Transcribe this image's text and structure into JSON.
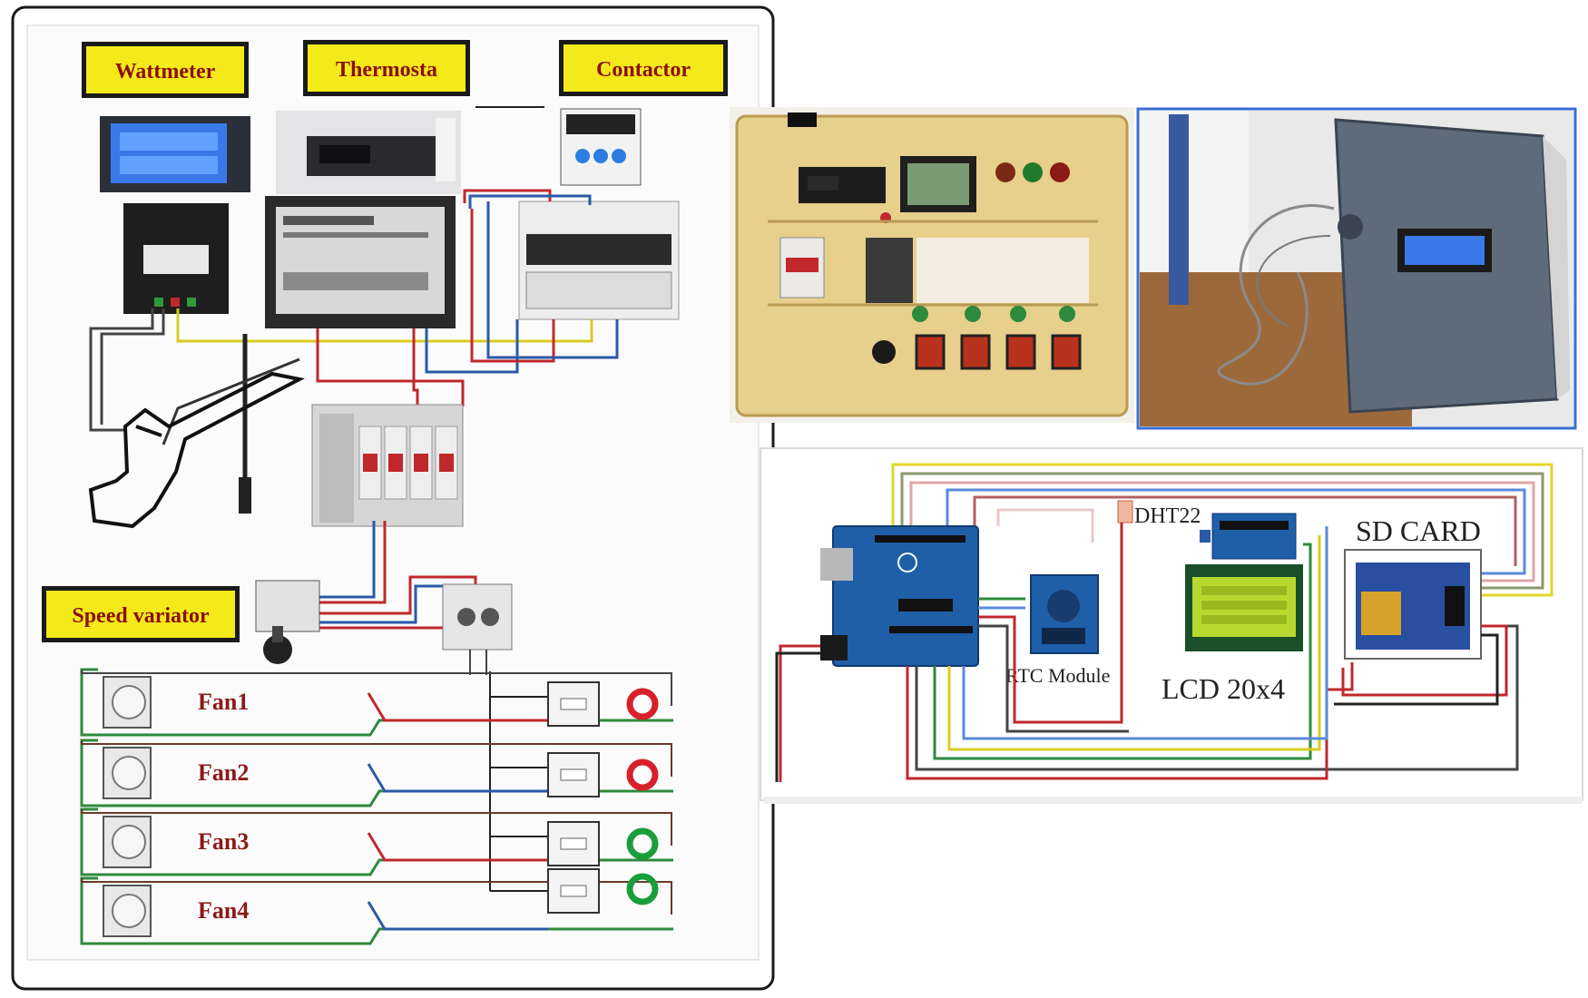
{
  "labels": {
    "wattmeter": "Wattmeter",
    "thermostat": "Thermosta",
    "contactor": "Contactor",
    "speed_variator": "Speed variator"
  },
  "fans": [
    "Fan1",
    "Fan2",
    "Fan3",
    "Fan4"
  ],
  "fan_led_colors": [
    "#d8202a",
    "#d8202a",
    "#1a9e3a",
    "#1a9e3a"
  ],
  "schematic": {
    "dht": "DHT22",
    "sd_card": "SD CARD",
    "rtc": "RTC Module",
    "lcd": "LCD 20x4"
  },
  "colors": {
    "label_bg": "#f4ea1a",
    "label_text": "#8b1010",
    "wire_red": "#c0282c",
    "wire_blue": "#2a5aa8",
    "wire_green": "#2e8a3c",
    "wire_yellow": "#d8cc22",
    "arduino_blue": "#1f5fa8",
    "lcd_green": "#b8d830"
  }
}
